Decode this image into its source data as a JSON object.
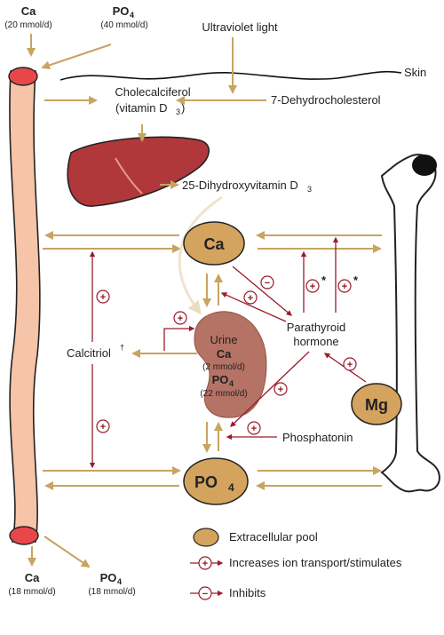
{
  "colors": {
    "intake_arrow": "#c8a461",
    "regulation_arrow": "#9a1b2b",
    "pool_fill": "#d4a35e",
    "intestine_fill": "#f6c4a8",
    "liver_fill": "#b0383b",
    "kidney_fill": "#b57365",
    "vitamin_arrow": "#f1e6cf"
  },
  "intake": {
    "ca_label": "Ca",
    "ca_amount": "(20 mmol/d)",
    "po4_label": "PO",
    "po4_sub": "4",
    "po4_amount": "(40 mmol/d)"
  },
  "output": {
    "ca_label": "Ca",
    "ca_amount": "(18 mmol/d)",
    "po4_label": "PO",
    "po4_sub": "4",
    "po4_amount": "(18 mmol/d)"
  },
  "labels": {
    "uv": "Ultraviolet light",
    "skin": "Skin",
    "cholecalciferol": "Cholecalciferol",
    "vitamin_d3": "(vitamin D",
    "vitamin_d3_sub": "3",
    "vitamin_d3_close": ")",
    "dehydro": "7-Dehydrocholesterol",
    "dihydroxy": "25-Dihydroxyvitamin D",
    "dihydroxy_sub": "3",
    "calcitriol": "Calcitriol",
    "calcitriol_mark": "†",
    "pth_line1": "Parathyroid",
    "pth_line2": "hormone",
    "phosphatonin": "Phosphatonin"
  },
  "pools": {
    "ca": "Ca",
    "po4": "PO",
    "po4_sub": "4",
    "mg": "Mg"
  },
  "urine": {
    "title": "Urine",
    "ca": "Ca",
    "ca_amount": "(2 mmol/d)",
    "po4": "PO",
    "po4_sub": "4",
    "po4_amount": "(22 mmol/d)"
  },
  "signs": {
    "plus": "+",
    "minus": "−",
    "star": "*"
  },
  "legend": {
    "pool": "Extracellular pool",
    "stimulates": "Increases ion transport/stimulates",
    "inhibits": "Inhibits"
  }
}
